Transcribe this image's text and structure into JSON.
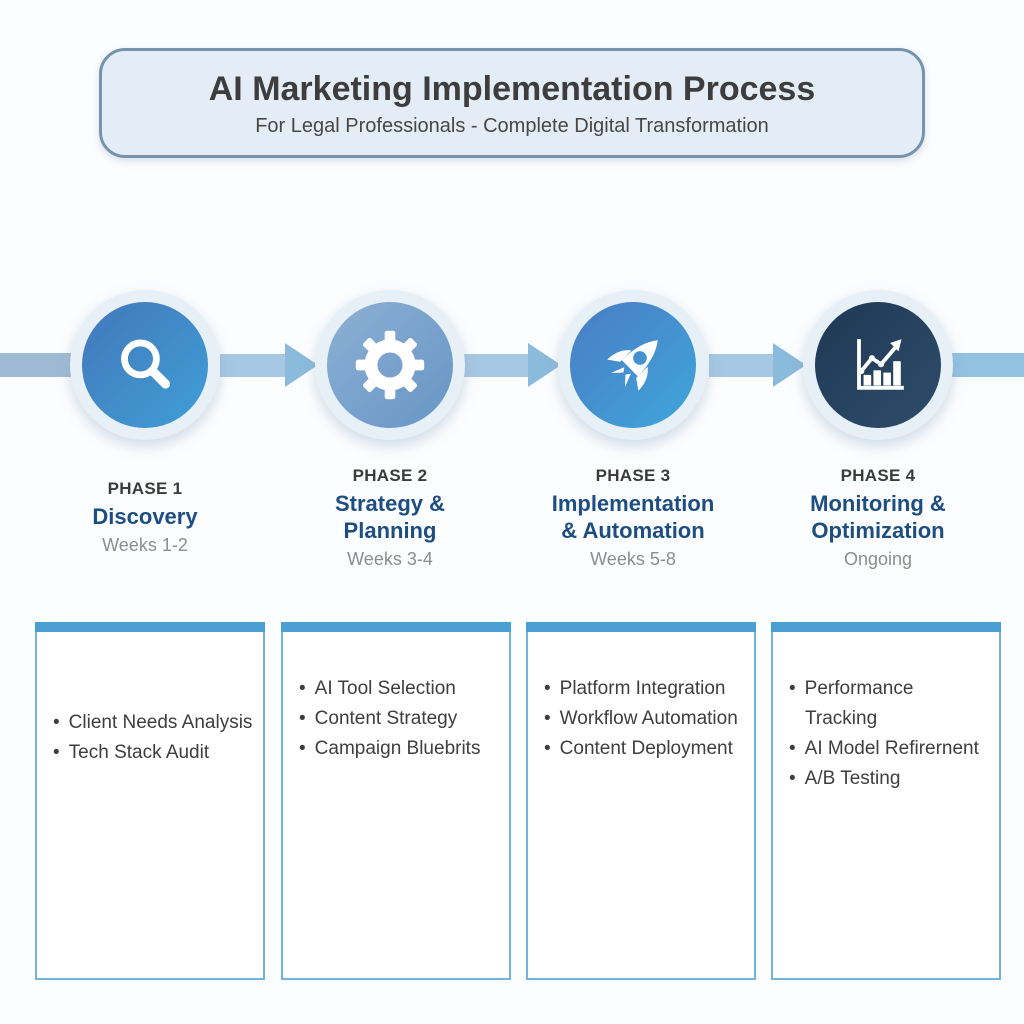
{
  "banner": {
    "title": "AI Marketing Implementation Process",
    "subtitle": "For Legal Professionals - Complete Digital Transformation"
  },
  "phases": [
    {
      "label": "PHASE 1",
      "name_lines": [
        "Discovery"
      ],
      "duration": "Weeks 1-2",
      "icon": "magnifier-icon",
      "items": [
        "Client Needs Analysis",
        "Tech Stack Audit"
      ]
    },
    {
      "label": "PHASE 2",
      "name_lines": [
        "Strategy &",
        "Planning"
      ],
      "duration": "Weeks 3-4",
      "icon": "gear-icon",
      "items": [
        "AI Tool Selection",
        "Content Strategy",
        "Campaign Bluebrits"
      ]
    },
    {
      "label": "PHASE 3",
      "name_lines": [
        "Implementation",
        "& Automation"
      ],
      "duration": "Weeks 5-8",
      "icon": "rocket-icon",
      "items": [
        "Platform Integration",
        "Workflow Automation",
        "Content Deployment"
      ]
    },
    {
      "label": "PHASE 4",
      "name_lines": [
        "Monitoring &",
        "Optimization"
      ],
      "duration": "Ongoing",
      "icon": "chart-icon",
      "items": [
        "Performance Tracking",
        "AI Model Refirernent",
        "A/B Testing"
      ]
    }
  ],
  "colors": {
    "banner_bg": "#e4edf6",
    "banner_border": "#7593ad",
    "phase_name_blue": "#1d4e82",
    "connector_blue": "#a6c8e2",
    "card_border": "#74b4da",
    "card_topbar": "#4b9fd5",
    "circle_1_gradient": [
      "#4377bb",
      "#3f9fd6"
    ],
    "circle_2_gradient": [
      "#8cb0d4",
      "#6795c5"
    ],
    "circle_3_gradient": [
      "#4a7cc4",
      "#3fa6db"
    ],
    "circle_4_gradient": [
      "#1e3853",
      "#2e4d6b"
    ]
  }
}
